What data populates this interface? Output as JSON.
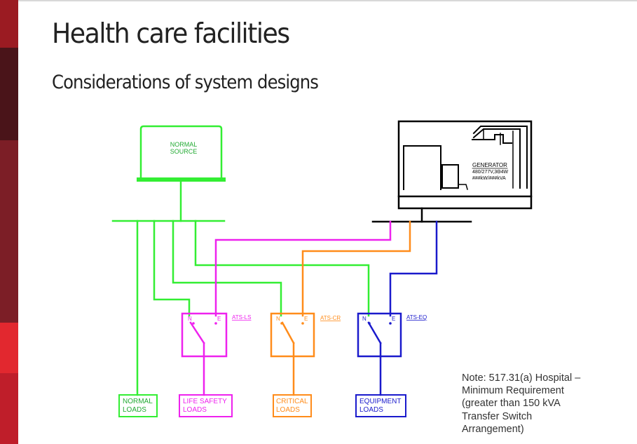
{
  "slide": {
    "title": "Health care facilities",
    "subtitle": "Considerations of system designs",
    "note": "Note: 517.31(a)  Hospital – Minimum Requirement (greater than 150 kVA Transfer Switch Arrangement)",
    "sidebar_colors": [
      "#9b1b22",
      "#4a1419",
      "#7c1e26",
      "#e2282f",
      "#bf1e2a"
    ]
  },
  "diagram": {
    "normal_source": {
      "line1": "NORMAL",
      "line2": "SOURCE",
      "color": "#33ee33"
    },
    "generator": {
      "name": "GENERATOR",
      "rating": "480/277V,3Θ4W",
      "capacity": "###kW/###kVA"
    },
    "transfer_switches": [
      {
        "id": "ats-ls",
        "label": "ATS-LS",
        "n": "N",
        "e": "E",
        "color": "#ee22ee"
      },
      {
        "id": "ats-cr",
        "label": "ATS-CR",
        "n": "N",
        "e": "E",
        "color": "#ff8c1a"
      },
      {
        "id": "ats-eq",
        "label": "ATS-EQ",
        "n": "N",
        "e": "E",
        "color": "#1a1acc"
      }
    ],
    "loads": [
      {
        "id": "normal",
        "line1": "NORMAL",
        "line2": "LOADS",
        "color": "#33ee33"
      },
      {
        "id": "life-safety",
        "line1": "LIFE SAFETY",
        "line2": "LOADS",
        "color": "#ee22ee"
      },
      {
        "id": "critical",
        "line1": "CRITICAL",
        "line2": "LOADS",
        "color": "#ff8c1a"
      },
      {
        "id": "equipment",
        "line1": "EQUIPMENT",
        "line2": "LOADS",
        "color": "#1a1acc"
      }
    ]
  }
}
